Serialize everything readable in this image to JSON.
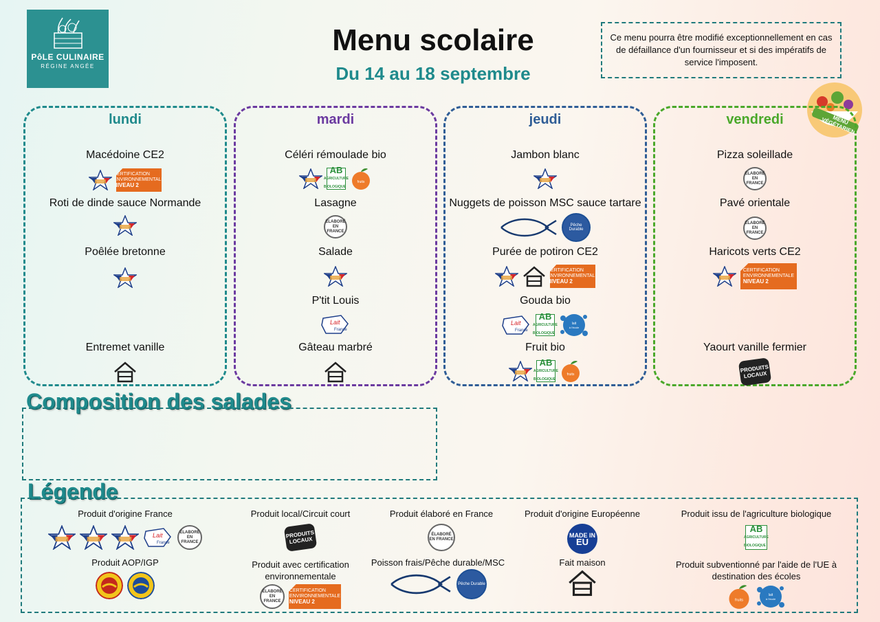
{
  "logo": {
    "name": "PôLE CULINAIRE",
    "subtitle": "RÉGINE ANGÉE"
  },
  "header": {
    "title": "Menu scolaire",
    "subtitle": "Du 14 au 18 septembre",
    "notice": "Ce menu pourra être modifié exceptionnellement en cas de défaillance d'un fournisseur et si des impératifs de service l'imposent."
  },
  "vegetarian_badge": "MENU VÉGÉTARIEN",
  "days": [
    {
      "name": "lundi",
      "items": [
        "Macédoine CE2",
        "Roti de dinde sauce Normande",
        "Poêlée bretonne",
        "Entremet vanille"
      ]
    },
    {
      "name": "mardi",
      "items": [
        "Céléri rémoulade bio",
        "Lasagne",
        "Salade",
        "P'tit Louis",
        "Gâteau marbré"
      ]
    },
    {
      "name": "jeudi",
      "items": [
        "Jambon blanc",
        "Nuggets de poisson MSC sauce tartare",
        "Purée de potiron CE2",
        "Gouda bio",
        "Fruit bio"
      ]
    },
    {
      "name": "vendredi",
      "items": [
        "Pizza soleillade",
        "Pavé orientale",
        "Haricots verts CE2",
        "Yaourt vanille fermier"
      ]
    }
  ],
  "badges": {
    "cert_line1": "CERTIFICATION",
    "cert_line2": "ENVIRONNEMENTALE",
    "cert_line3": "NIVEAU 2",
    "ab": "AB",
    "ab_small": "AGRICULTURE BIOLOGIQUE",
    "elabore": "ÉLABORÉ EN FRANCE",
    "msc": "Pêche Durable",
    "locaux": "PRODUITS LOCAUX",
    "eu_line1": "MADE IN",
    "eu_line2": "EU",
    "viandes": "VIANDES DE FRANCE",
    "fruits": "FRUITS LÉGUMES DE FRANCE",
    "lait": "Lait de France",
    "fruit_ecole": "fruits légumes à l'école",
    "lait_ecole": "lait produits laitiers à l'école"
  },
  "salads": {
    "title": "Composition des salades"
  },
  "legend": {
    "title": "Légende",
    "origine_france": "Produit d'origine France",
    "local": "Produit local/Circuit court",
    "elabore": "Produit élaboré en France",
    "europe": "Produit d'origine Européenne",
    "bio": "Produit issu de l'agriculture biologique",
    "aop": "Produit AOP/IGP",
    "certification": "Produit avec certification environnementale",
    "poisson": "Poisson frais/Pêche durable/MSC",
    "fait_maison": "Fait maison",
    "subventionne": "Produit subventionné par l'aide de l'UE à destination des écoles"
  },
  "colors": {
    "teal": "#1f8a8c",
    "purple": "#6b3aa0",
    "blue": "#2f5d96",
    "green": "#4aa82a",
    "orange": "#e56b1f"
  }
}
